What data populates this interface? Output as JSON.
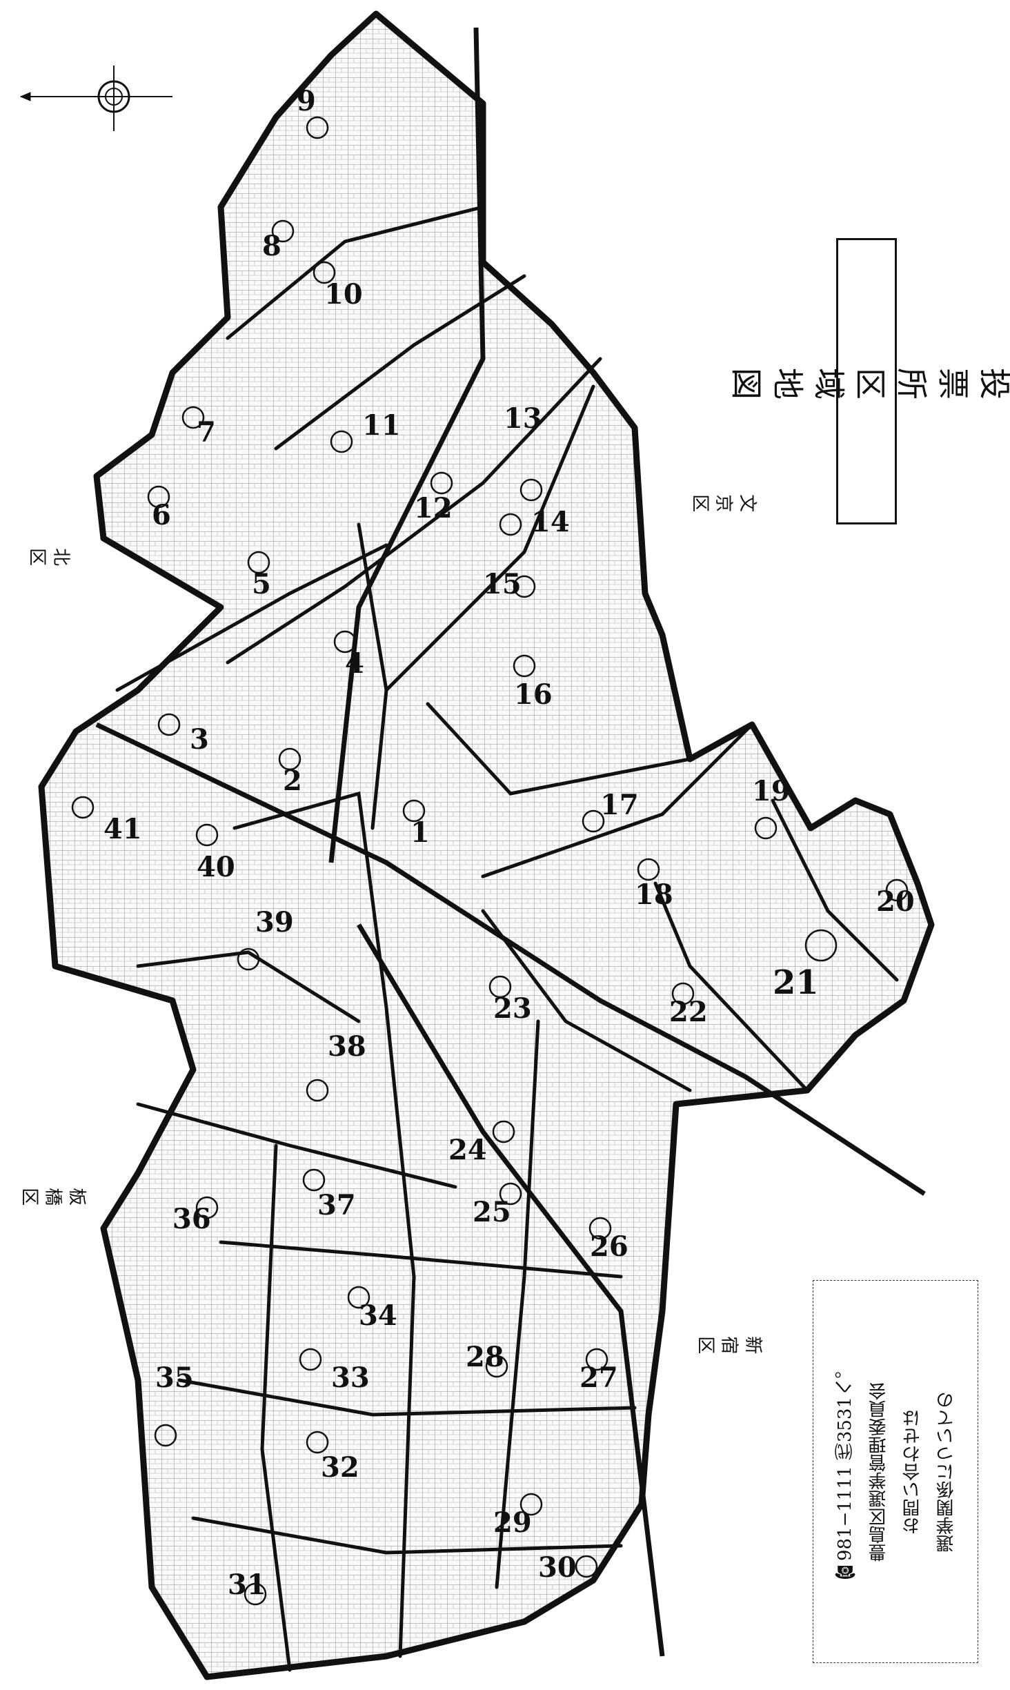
{
  "title": "投票所区域地図",
  "wards": {
    "north": "北 区",
    "bunkyo": "文 京 区",
    "itabashi": "板 橋 区",
    "shinjuku": "新 宿 区"
  },
  "info": {
    "line1": "選挙関係についての",
    "line2": "お問い合わせは",
    "line3": "豊島区選挙管理委員会",
    "line4": "☎981−1111 ㈹3531へ。"
  },
  "districts": [
    "1",
    "2",
    "3",
    "4",
    "5",
    "6",
    "7",
    "8",
    "9",
    "10",
    "11",
    "12",
    "13",
    "14",
    "15",
    "16",
    "17",
    "18",
    "19",
    "20",
    "21",
    "22",
    "23",
    "24",
    "25",
    "26",
    "27",
    "28",
    "29",
    "30",
    "31",
    "32",
    "33",
    "34",
    "35",
    "36",
    "37",
    "38",
    "39",
    "40",
    "41"
  ],
  "colors": {
    "ink": "#111111",
    "road": "#222222",
    "block": "#777777"
  }
}
